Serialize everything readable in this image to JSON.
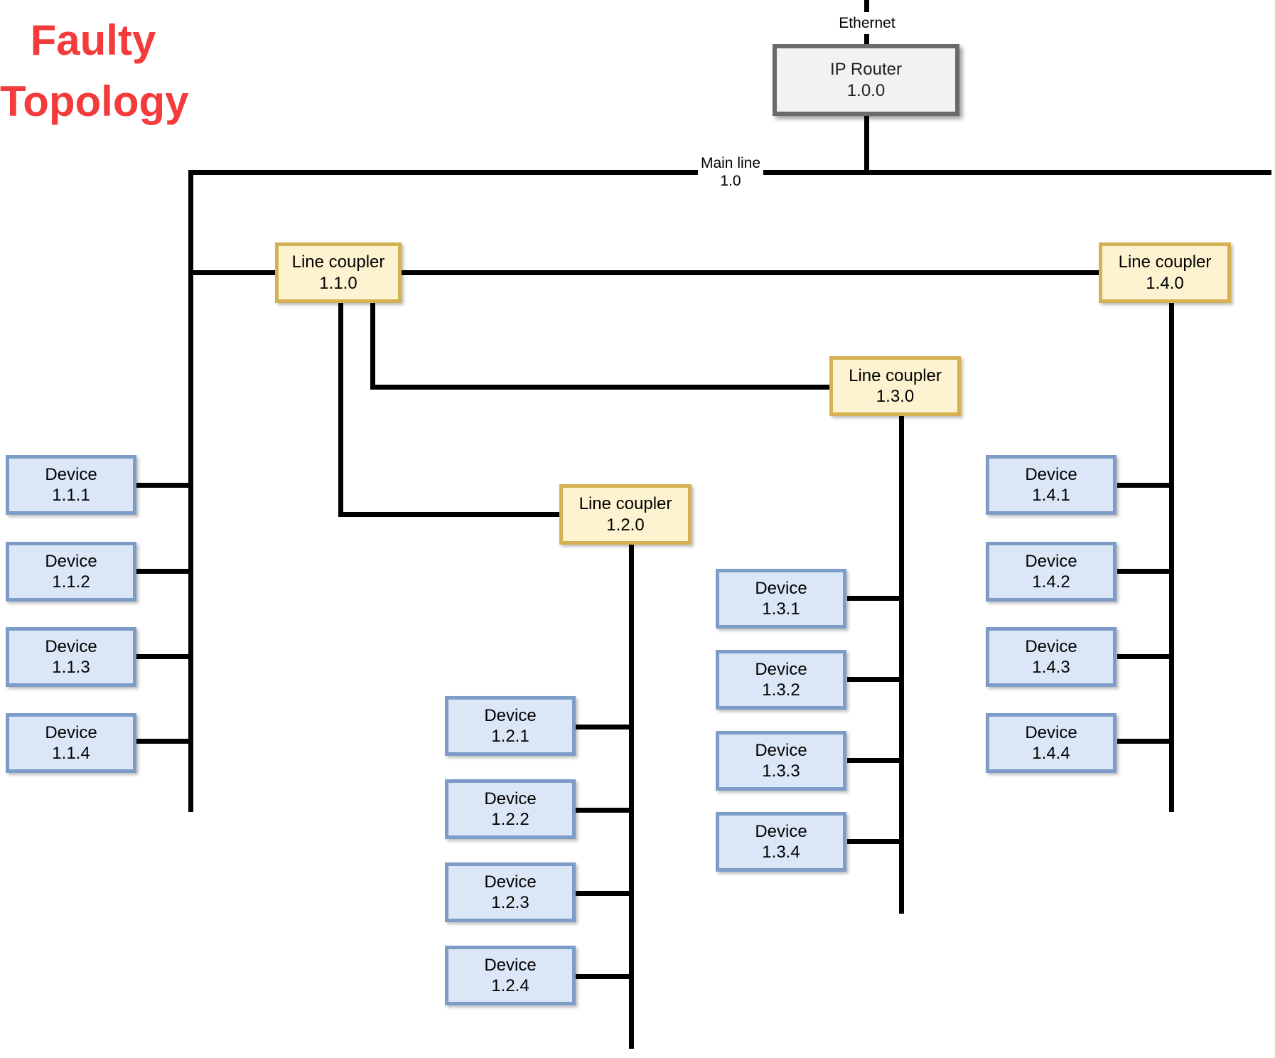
{
  "title": {
    "line1": "Faulty",
    "line2": "Topology"
  },
  "annotations": {
    "ethernet": "Ethernet",
    "main_line_label": "Main line",
    "main_line_number": "1.0"
  },
  "router": {
    "label": "IP Router",
    "address": "1.0.0"
  },
  "lines": [
    {
      "coupler": {
        "label": "Line coupler",
        "address": "1.1.0"
      },
      "devices": [
        {
          "label": "Device",
          "address": "1.1.1"
        },
        {
          "label": "Device",
          "address": "1.1.2"
        },
        {
          "label": "Device",
          "address": "1.1.3"
        },
        {
          "label": "Device",
          "address": "1.1.4"
        }
      ]
    },
    {
      "coupler": {
        "label": "Line coupler",
        "address": "1.2.0"
      },
      "devices": [
        {
          "label": "Device",
          "address": "1.2.1"
        },
        {
          "label": "Device",
          "address": "1.2.2"
        },
        {
          "label": "Device",
          "address": "1.2.3"
        },
        {
          "label": "Device",
          "address": "1.2.4"
        }
      ]
    },
    {
      "coupler": {
        "label": "Line coupler",
        "address": "1.3.0"
      },
      "devices": [
        {
          "label": "Device",
          "address": "1.3.1"
        },
        {
          "label": "Device",
          "address": "1.3.2"
        },
        {
          "label": "Device",
          "address": "1.3.3"
        },
        {
          "label": "Device",
          "address": "1.3.4"
        }
      ]
    },
    {
      "coupler": {
        "label": "Line coupler",
        "address": "1.4.0"
      },
      "devices": [
        {
          "label": "Device",
          "address": "1.4.1"
        },
        {
          "label": "Device",
          "address": "1.4.2"
        },
        {
          "label": "Device",
          "address": "1.4.3"
        },
        {
          "label": "Device",
          "address": "1.4.4"
        }
      ]
    }
  ],
  "colors": {
    "background": "#ffffff",
    "line": "#000000",
    "title": "#f43b3b",
    "router_fill": "#f2f2f2",
    "router_border": "#6a6a6a",
    "coupler_fill": "#fdf3d0",
    "coupler_border": "#d4b254",
    "device_fill": "#dbe7f7",
    "device_border": "#7e9cc8"
  }
}
